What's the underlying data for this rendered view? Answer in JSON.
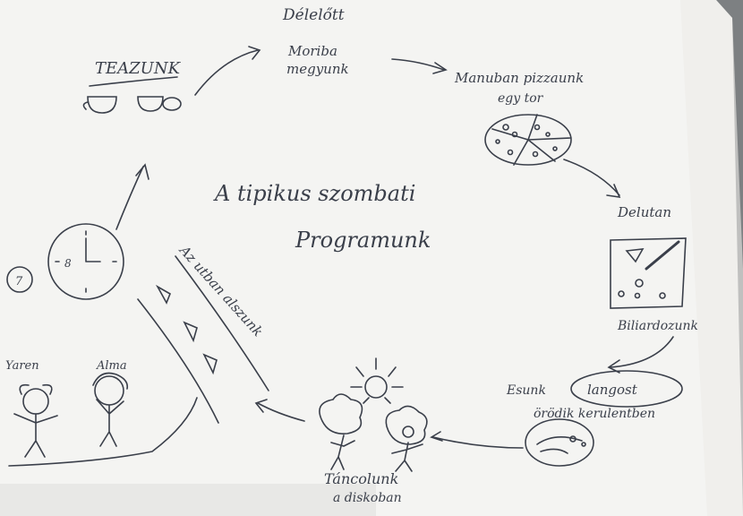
{
  "colors": {
    "table": "#7d8082",
    "paper": "#f4f4f2",
    "paper_shadow": "#e6e6e4",
    "ink": "#3a3f4a"
  },
  "labels": {
    "delelott": "Délelőtt",
    "teazunk": "TEAZUNK",
    "moriba_1": "Moriba",
    "moriba_2": "megyunk",
    "manuban_1": "Manuban pizzaunk",
    "manuban_2": "egy tor",
    "title_1": "A tipikus szombati",
    "title_2": "Programunk",
    "delutan": "Delutan",
    "biliard": "Biliardozunk",
    "esunk": "Esunk",
    "langost": "langost",
    "orodik": "örödik kerulentben",
    "tancolunk_1": "Táncolunk",
    "tancolunk_2": "a diskoban",
    "road": "Az utban alszunk",
    "person_left": "Yaren",
    "person_right": "Alma",
    "clock_num": "7",
    "clock_8": "8"
  }
}
